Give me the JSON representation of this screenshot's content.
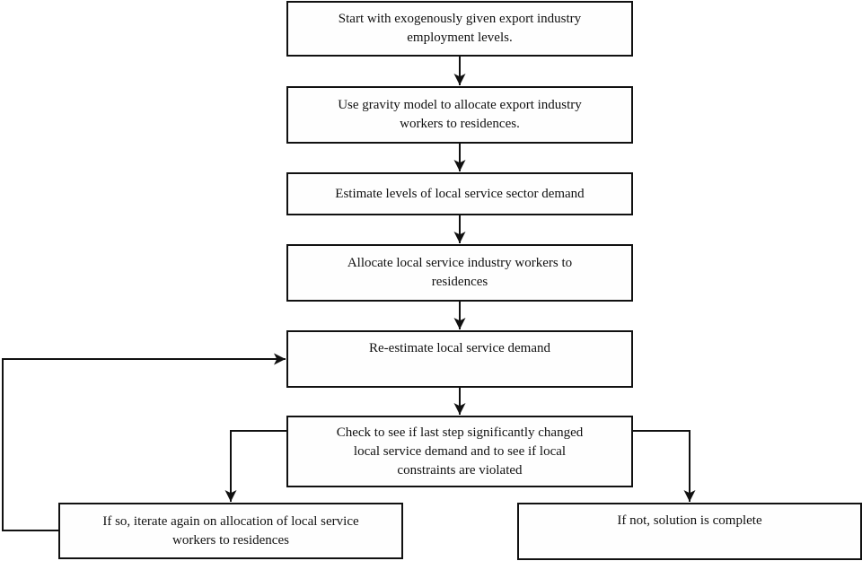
{
  "flowchart": {
    "background_color": "#ffffff",
    "stroke_color": "#111111",
    "box_fill_color": "#fefefe",
    "nodes": [
      {
        "id": "start",
        "text": "Start with exogenously given export industry\nemployment levels."
      },
      {
        "id": "gravity-model",
        "text": "Use gravity model to allocate export industry\nworkers to residences."
      },
      {
        "id": "estimate-demand",
        "text": "Estimate levels of local service sector demand"
      },
      {
        "id": "allocate-workers",
        "text": "Allocate local service industry workers to\nresidences"
      },
      {
        "id": "reestimate-demand",
        "text": "Re-estimate local service demand"
      },
      {
        "id": "check-step",
        "text": "Check to see if last step significantly changed\nlocal service demand and to see if local\nconstraints are violated"
      },
      {
        "id": "iterate-again",
        "text": "If so, iterate again on allocation of local service\nworkers to residences"
      },
      {
        "id": "solution-complete",
        "text": "If not, solution is complete"
      }
    ],
    "edges": [
      {
        "from": "start",
        "to": "gravity-model",
        "type": "arrow-down"
      },
      {
        "from": "gravity-model",
        "to": "estimate-demand",
        "type": "arrow-down"
      },
      {
        "from": "estimate-demand",
        "to": "allocate-workers",
        "type": "arrow-down"
      },
      {
        "from": "allocate-workers",
        "to": "reestimate-demand",
        "type": "arrow-down"
      },
      {
        "from": "reestimate-demand",
        "to": "check-step",
        "type": "arrow-down"
      },
      {
        "from": "check-step",
        "to": "iterate-again",
        "type": "branch-left"
      },
      {
        "from": "check-step",
        "to": "solution-complete",
        "type": "branch-right"
      },
      {
        "from": "iterate-again",
        "to": "reestimate-demand",
        "type": "feedback-loop"
      }
    ]
  }
}
